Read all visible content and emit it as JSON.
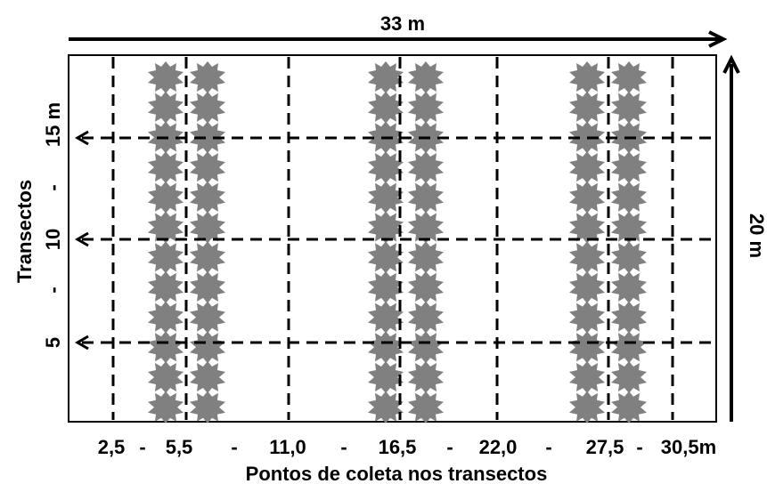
{
  "diagram": {
    "width_label": "33 m",
    "height_label": "20 m",
    "y_axis": {
      "title": "Transectos",
      "tick_5": "5",
      "sep_1": "-",
      "tick_10": "10",
      "sep_2": "-",
      "tick_15": "15 m"
    },
    "x_axis": {
      "title": "Pontos de coleta nos transectos",
      "points": [
        "2,5",
        "5,5",
        "11,0",
        "16,5",
        "22,0",
        "27,5",
        "30,5m"
      ],
      "separator": "-"
    },
    "plant_rows": 3,
    "plants_per_column": 12,
    "colors": {
      "plant": "#808080",
      "lines": "#000000",
      "background": "#ffffff"
    },
    "icons": {
      "plant": "plant-icon",
      "arrow": "arrow-icon"
    }
  }
}
